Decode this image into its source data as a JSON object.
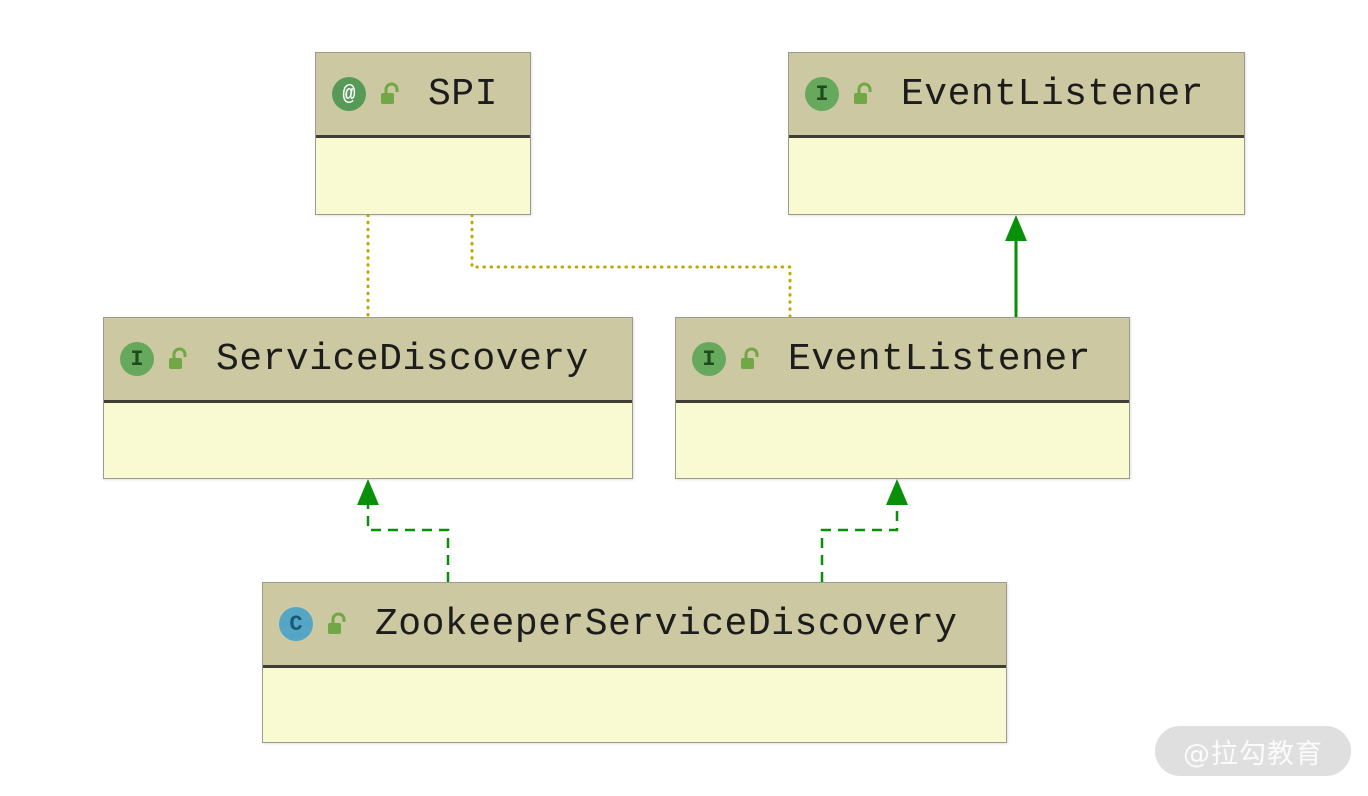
{
  "diagram": {
    "nodes": [
      {
        "name": "SPI",
        "kind": "annotation",
        "icon_letter": "@",
        "visibility": "public"
      },
      {
        "name": "EventListener",
        "kind": "interface",
        "icon_letter": "I",
        "visibility": "public"
      },
      {
        "name": "ServiceDiscovery",
        "kind": "interface",
        "icon_letter": "I",
        "visibility": "public"
      },
      {
        "name": "EventListener",
        "kind": "interface",
        "icon_letter": "I",
        "visibility": "public"
      },
      {
        "name": "ZookeeperServiceDiscovery",
        "kind": "class",
        "icon_letter": "C",
        "visibility": "public"
      }
    ],
    "edges": [
      {
        "from": "SPI",
        "to": "ServiceDiscovery",
        "style": "dotted"
      },
      {
        "from": "SPI",
        "to": "EventListener (middle)",
        "style": "dotted"
      },
      {
        "from": "EventListener (middle)",
        "to": "EventListener (top)",
        "style": "solid-arrow"
      },
      {
        "from": "ZookeeperServiceDiscovery",
        "to": "ServiceDiscovery",
        "style": "dashed-arrow"
      },
      {
        "from": "ZookeeperServiceDiscovery",
        "to": "EventListener (middle)",
        "style": "dashed-arrow"
      }
    ],
    "colors": {
      "header_bg": "#CBC8A2",
      "body_bg": "#FAFAD2",
      "node_border": "#9B9B90",
      "header_separator": "#3E3E35",
      "inheritance_edge": "#089008",
      "annotation_edge": "#C0A800",
      "annotation_icon_bg": "#579A57",
      "interface_icon_bg": "#66A95C",
      "class_icon_bg": "#55A6C4",
      "lock_icon": "#70A845"
    }
  },
  "watermark": {
    "text": "@拉勾教育"
  }
}
